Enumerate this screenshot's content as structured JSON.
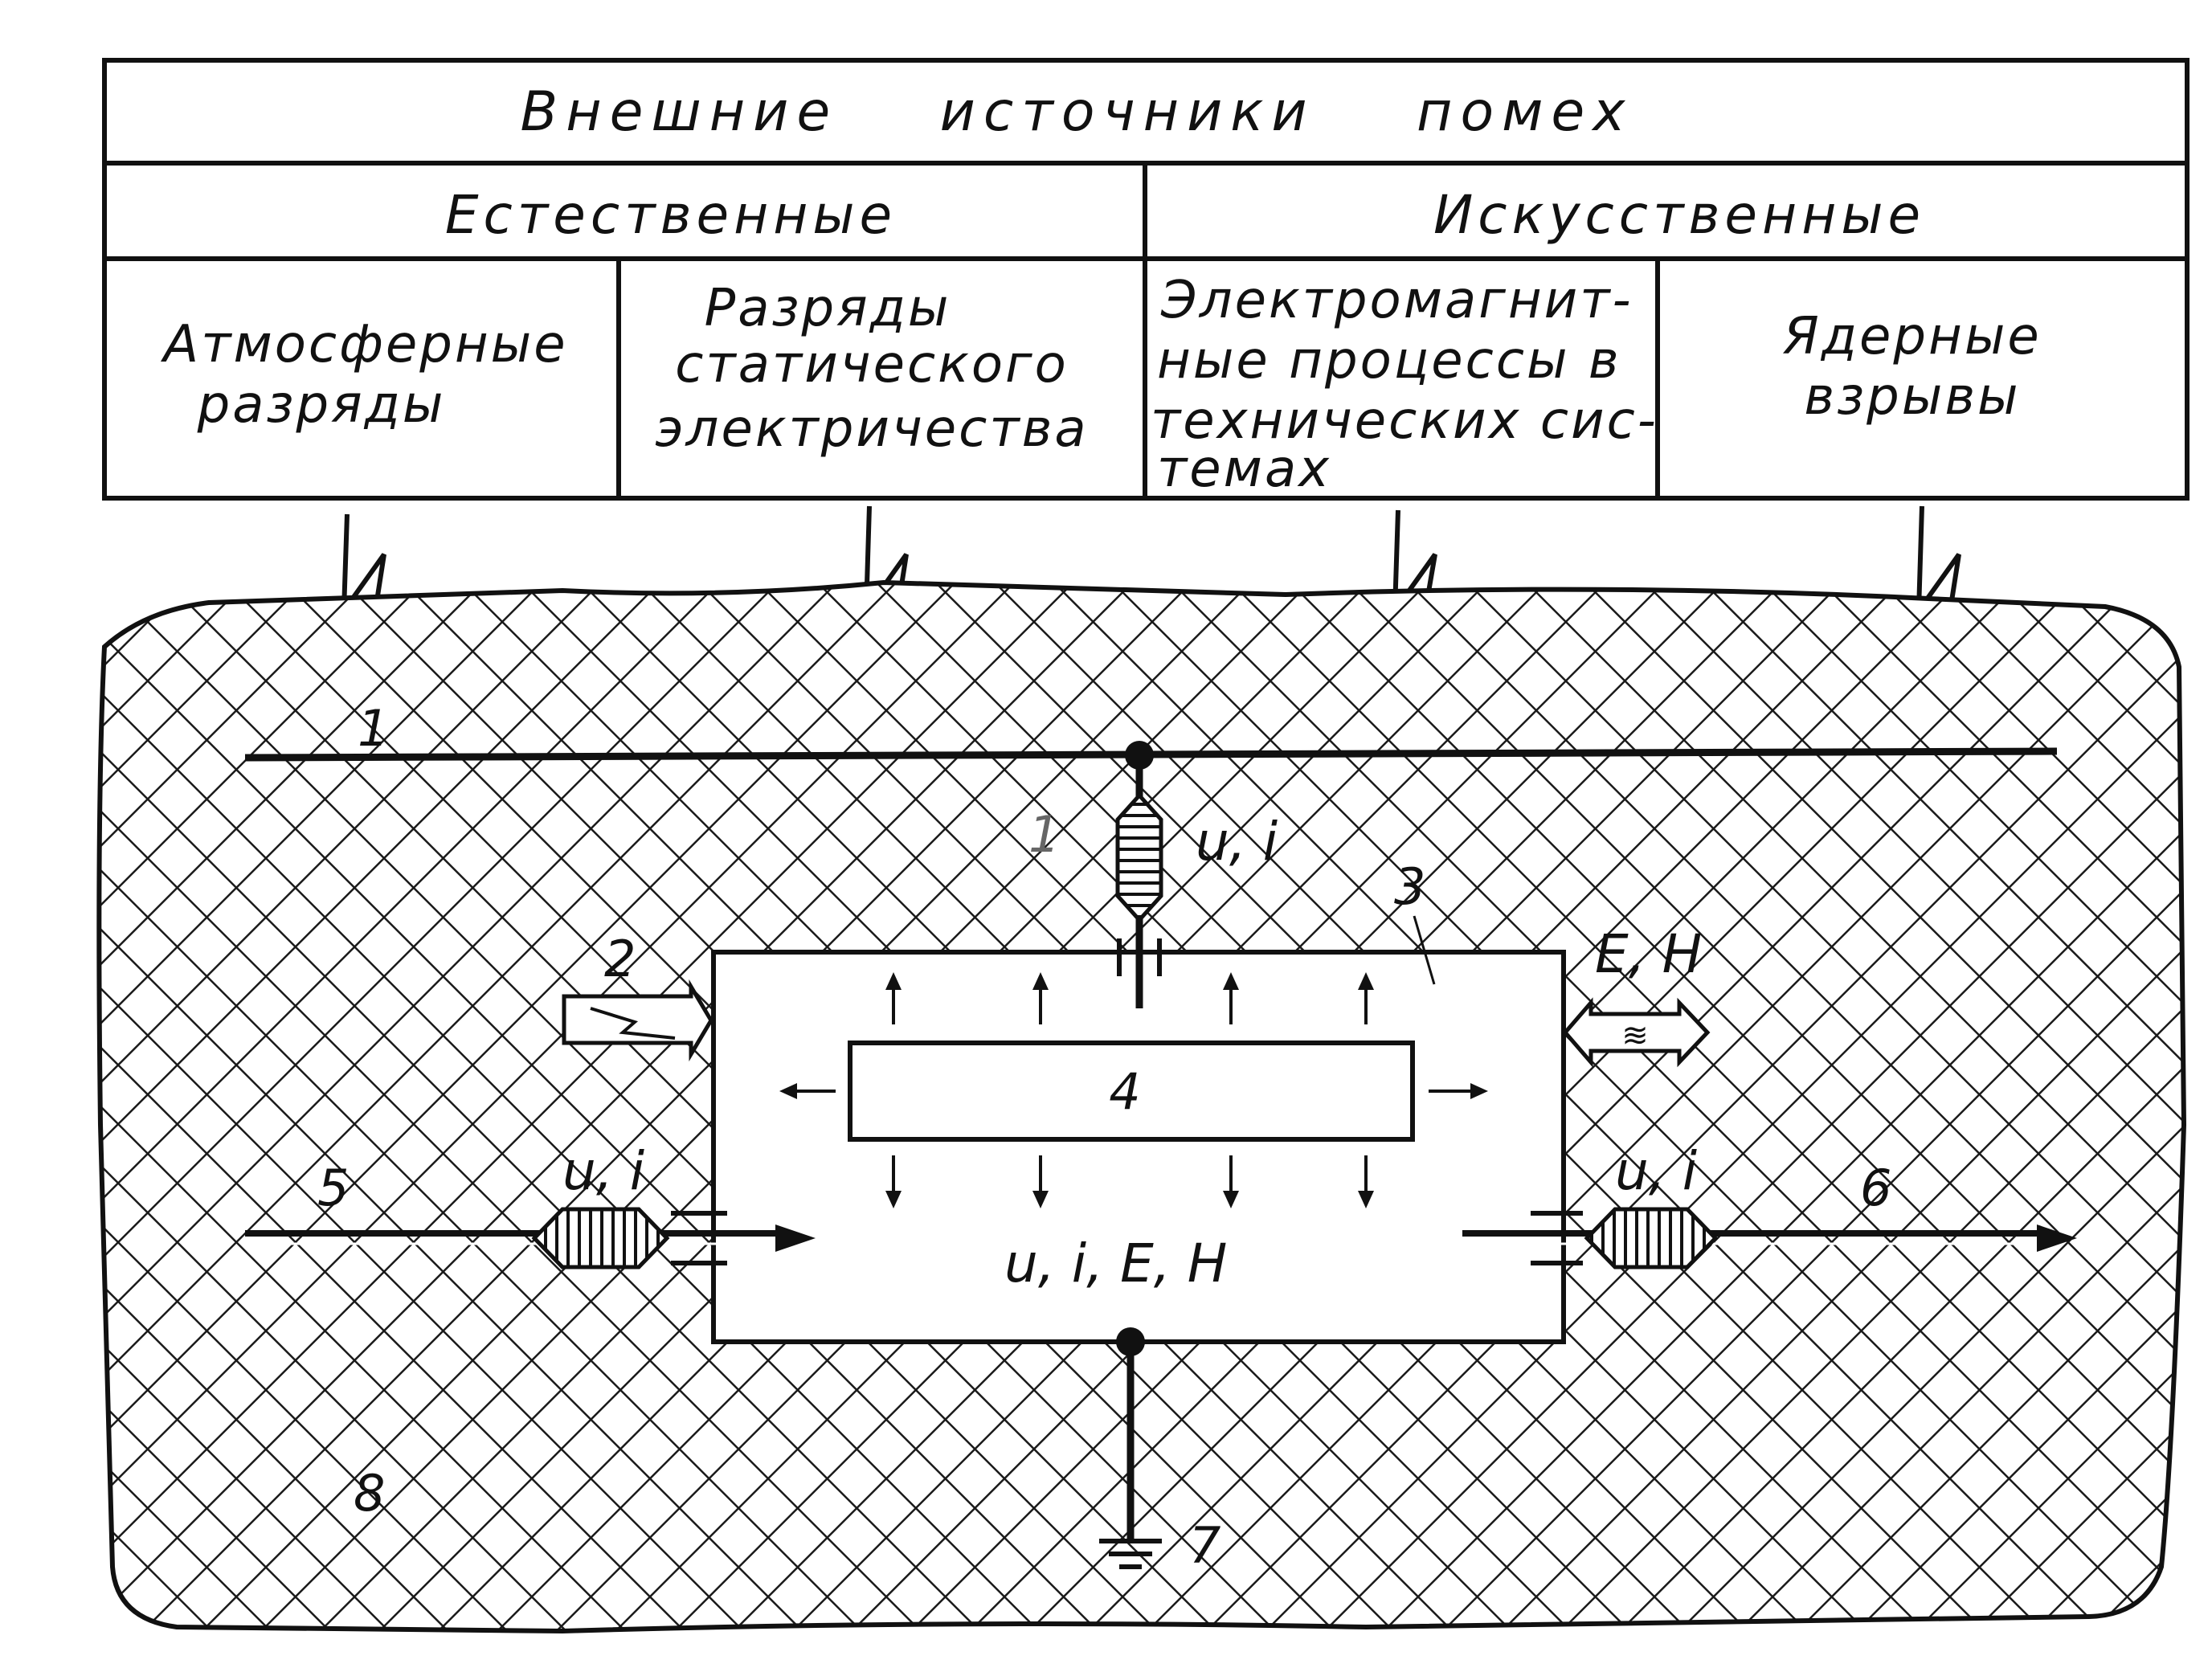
{
  "table": {
    "title": "Внешние    источники    помех",
    "groups": [
      {
        "label": "Естественные"
      },
      {
        "label": "Искусственные"
      }
    ],
    "sources": [
      {
        "lines": [
          "Атмосферные",
          "разряды"
        ]
      },
      {
        "lines": [
          "Разряды",
          "статического",
          "электричества"
        ]
      },
      {
        "lines": [
          "Электромагнит-",
          "ные процессы в",
          "технических сис-",
          "темах"
        ]
      },
      {
        "lines": [
          "Ядерные",
          "взрывы"
        ]
      }
    ]
  },
  "labels": {
    "n1": "1",
    "n2": "2",
    "n3": "3",
    "n4": "4",
    "n5": "5",
    "n6": "6",
    "n7": "7",
    "n8": "8",
    "top_coupling": "u, i",
    "right_field": "E, H",
    "left_coupling": "u, i",
    "right_coupling": "u, i",
    "center": "u, i, E, H"
  },
  "colors": {
    "ink": "#111111",
    "paper": "#ffffff",
    "hatch": "#1a1a1a"
  }
}
